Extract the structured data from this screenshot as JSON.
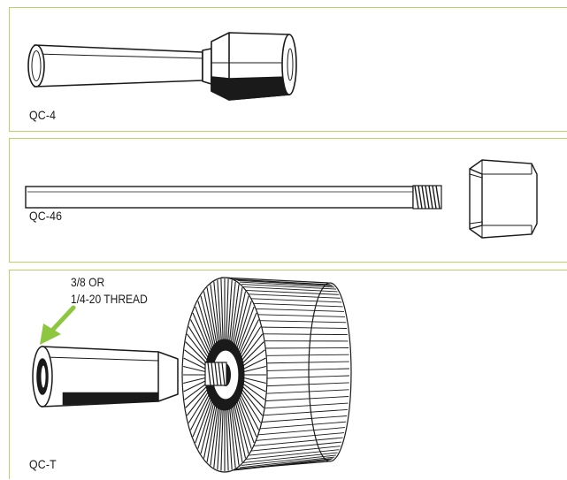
{
  "products": [
    {
      "label": "QC-4",
      "icon": "qc-4-shaft-and-hex-nut"
    },
    {
      "label": "QC-46",
      "icon": "qc-46-threaded-rod-and-hex-nut"
    },
    {
      "label": "QC-T",
      "icon": "qc-t-threaded-sleeve-and-flap-wheel"
    }
  ],
  "annotation": {
    "line1": "3/8 OR",
    "line2": "1/4-20 THREAD"
  },
  "colors": {
    "panel_border": "#b9d36a",
    "arrow": "#8dc63f",
    "ink": "#1a1a1a"
  }
}
